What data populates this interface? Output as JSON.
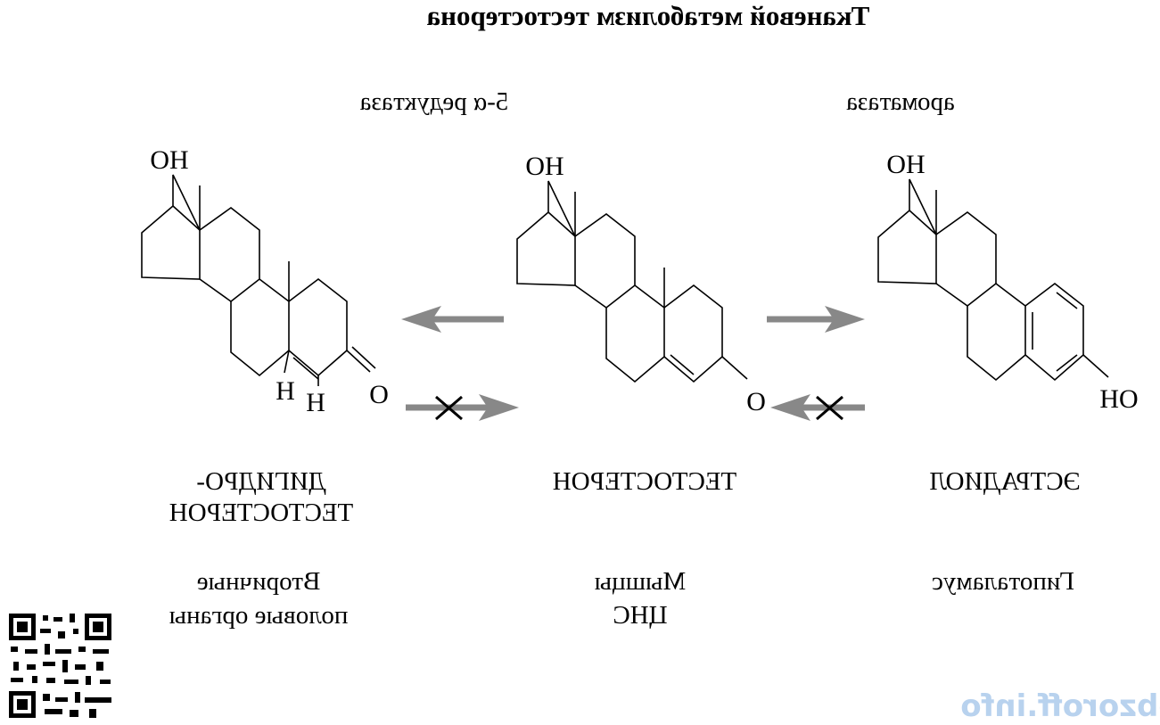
{
  "title": "Тканевой метаболизм тестостерона",
  "enzymes": {
    "left": "5-α редуктаза",
    "right": "ароматаза"
  },
  "compounds": {
    "dht": [
      "ДИГИДРО-",
      "ТЕСТОСТЕРОН"
    ],
    "testosterone": "ТЕСТОСТЕРОН",
    "estradiol": "ЭСТРАДИОЛ"
  },
  "tissues": {
    "dht": [
      "Вторичные",
      "половые органы"
    ],
    "testosterone": [
      "Мышцы",
      "ЦНС"
    ],
    "estradiol": "Гипоталамус"
  },
  "atoms": {
    "ho": "HO",
    "oh": "OH",
    "o": "O",
    "h": "H"
  },
  "watermark": "obzoroff.info",
  "colors": {
    "arrow": "#888888",
    "watermark": "#b8d2ee"
  }
}
